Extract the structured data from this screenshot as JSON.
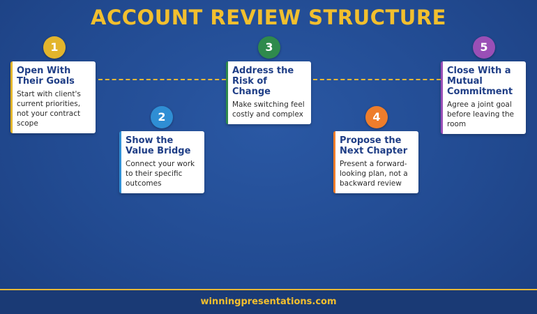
{
  "title": "ACCOUNT REVIEW STRUCTURE",
  "colors": {
    "accent_gold": "#f2bf2e",
    "background_blue": "#224b92",
    "card_title_navy": "#1f3e86"
  },
  "steps": [
    {
      "number": "1",
      "badge_color": "#e3b52c",
      "title": "Open With Their Goals",
      "description": "Start with client's current priorities, not your contract scope"
    },
    {
      "number": "2",
      "badge_color": "#2f8ed4",
      "title": "Show the Value Bridge",
      "description": "Connect your work to their specific outcomes"
    },
    {
      "number": "3",
      "badge_color": "#2f8a4c",
      "title": "Address the Risk of Change",
      "description": "Make switching feel costly and complex"
    },
    {
      "number": "4",
      "badge_color": "#ee7d2b",
      "title": "Propose the Next Chapter",
      "description": "Present a forward-looking plan, not a backward review"
    },
    {
      "number": "5",
      "badge_color": "#9a4fb6",
      "title": "Close With a Mutual Commitment",
      "description": "Agree a joint goal before leaving the room"
    }
  ],
  "footer": "winningpresentations.com"
}
